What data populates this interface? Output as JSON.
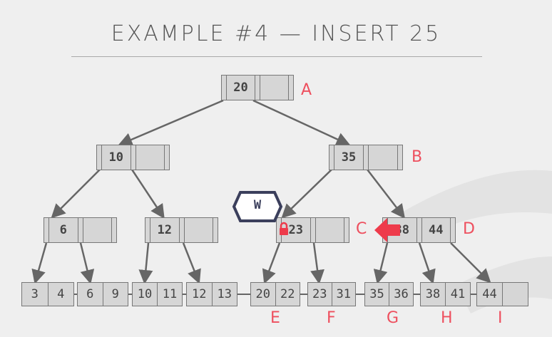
{
  "title": "EXAMPLE #4 — INSERT 25",
  "colors": {
    "accent": "#ee4f5e",
    "node_fill": "#d6d6d6",
    "edge": "#666666",
    "badge": "#3b3f5c"
  },
  "root": {
    "keys": [
      "20",
      ""
    ],
    "label": "A"
  },
  "level1": [
    {
      "keys": [
        "10",
        ""
      ],
      "label": ""
    },
    {
      "keys": [
        "35",
        ""
      ],
      "label": "B"
    }
  ],
  "level2": [
    {
      "keys": [
        "6",
        ""
      ],
      "label": ""
    },
    {
      "keys": [
        "12",
        ""
      ],
      "label": ""
    },
    {
      "keys": [
        "23",
        ""
      ],
      "label": "C"
    },
    {
      "keys": [
        "38",
        "44"
      ],
      "label": "D"
    }
  ],
  "leaves": [
    {
      "keys": [
        "3",
        "4"
      ],
      "label": ""
    },
    {
      "keys": [
        "6",
        "9"
      ],
      "label": ""
    },
    {
      "keys": [
        "10",
        "11"
      ],
      "label": ""
    },
    {
      "keys": [
        "12",
        "13"
      ],
      "label": ""
    },
    {
      "keys": [
        "20",
        "22"
      ],
      "label": "E"
    },
    {
      "keys": [
        "23",
        "31"
      ],
      "label": "F"
    },
    {
      "keys": [
        "35",
        "36"
      ],
      "label": "G"
    },
    {
      "keys": [
        "38",
        "41"
      ],
      "label": "H"
    },
    {
      "keys": [
        "44",
        ""
      ],
      "label": "I"
    }
  ],
  "latch_badge": {
    "text": "W",
    "icon": "lock-icon"
  },
  "pointer": {
    "icon": "arrow-left-icon"
  }
}
